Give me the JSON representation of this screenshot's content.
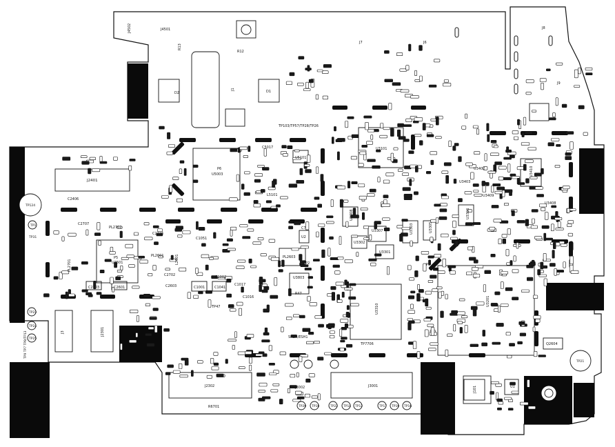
{
  "board": {
    "labels": {
      "j4501": "J4501",
      "j4502": "J4502",
      "r13": "R13",
      "r12": "R12",
      "j1": "J1",
      "d1": "D1",
      "d2": "D2",
      "p6": "P6",
      "u5003": "U5003",
      "c5017": "C5017",
      "u5101": "U5101",
      "l5101": "L5101",
      "tp_top": "TP103/TP57/TP28/TP26",
      "j2401": "J2401",
      "c2406": "C2406",
      "tp124": "TP124",
      "c2707": "C2707",
      "c2705": "C2705",
      "pl2702": "PL2702",
      "c2716": "C2716",
      "pl2701": "PL2701",
      "p5": "P5",
      "u2501": "U2501",
      "pl2601": "PL2601",
      "c2703": "C2703",
      "c2601": "C2601",
      "c2702": "C2702",
      "c2603": "C2603",
      "c1001": "C1001",
      "c1051": "C1051",
      "c1002": "C1002",
      "c1041": "C1041",
      "c1017": "C1017",
      "c1016": "C1016",
      "tp47": "TP47",
      "c7": "C7",
      "u2": "U2",
      "pl2603": "PL2603",
      "tp2": "TP2",
      "u3803": "U3803",
      "r47": "R47",
      "sh3r_esh1": "SH3R/ESH1",
      "tp1": "TP1",
      "tp31": "TP31",
      "tp23": "TP23",
      "tp24": "TP24",
      "tp25": "TP25",
      "tp_left": "TP9 TP7 TP8/TP13",
      "j3": "J3",
      "j2301": "J2301",
      "j2302": "J2302",
      "j3002": "J3002",
      "j3001": "J3001",
      "r6701": "R6701",
      "tp20": "TP20",
      "tp18": "TP18",
      "tp22": "TP22",
      "tp14": "TP14",
      "tp12": "TP12",
      "tp17": "TP17",
      "tp10": "TP10",
      "tp16": "TP16",
      "u3101": "U3101",
      "u3308": "U3308",
      "u3302": "U3302",
      "u3307": "U3307",
      "u3301": "U3301",
      "u3303": "U3303",
      "u3305": "U3305",
      "u3306": "U3306",
      "u3309": "U3309",
      "u3310": "U3310",
      "tp7706": "TP7706",
      "p3": "P3",
      "u3201": "U3201",
      "u3410": "U3410",
      "u3402": "U3402",
      "u3403": "U3403",
      "u3408": "U3408",
      "u3409": "U3409",
      "q2604": "Q2604",
      "tp21": "TP21",
      "j7": "J7",
      "j6": "J6",
      "j8": "J8",
      "j9": "J9",
      "u1": "U1",
      "j101": "J101",
      "l2601": "L2601"
    },
    "colors": {
      "outline": "#111111",
      "solid": "#0a0a0a",
      "pad": "#1a1a1a",
      "background": "#ffffff"
    }
  }
}
